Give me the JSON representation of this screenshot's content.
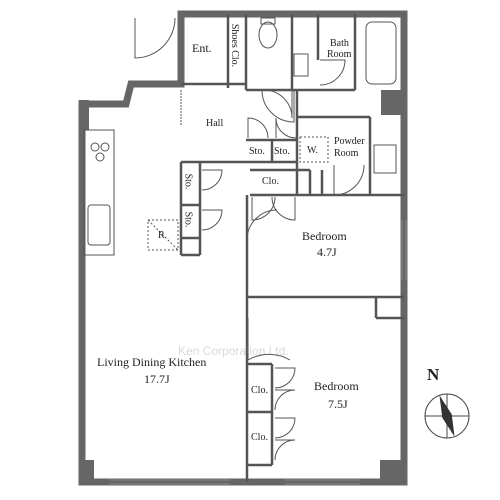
{
  "rooms": {
    "entrance": "Ent.",
    "shoes_closet": "Shoes Clo.",
    "bath_room_line1": "Bath",
    "bath_room_line2": "Room",
    "hall": "Hall",
    "storage_1": "Sto.",
    "storage_2": "Sto.",
    "washer": "W.",
    "powder_room_line1": "Powder",
    "powder_room_line2": "Room",
    "storage_3": "Sto.",
    "storage_4": "Sto.",
    "closet_hall": "Clo.",
    "refrigerator": "R",
    "bedroom_1_name": "Bedroom",
    "bedroom_1_size": "4.7J",
    "ldk_name": "Living Dining Kitchen",
    "ldk_size": "17.7J",
    "bedroom_2_name": "Bedroom",
    "bedroom_2_size": "7.5J",
    "closet_bed_1": "Clo.",
    "closet_bed_2": "Clo."
  },
  "watermark": "Ken Corporation Ltd.",
  "compass": {
    "north_label": "N"
  },
  "colors": {
    "wall": "#666666",
    "floor": "#ffffff",
    "line": "#444444"
  }
}
